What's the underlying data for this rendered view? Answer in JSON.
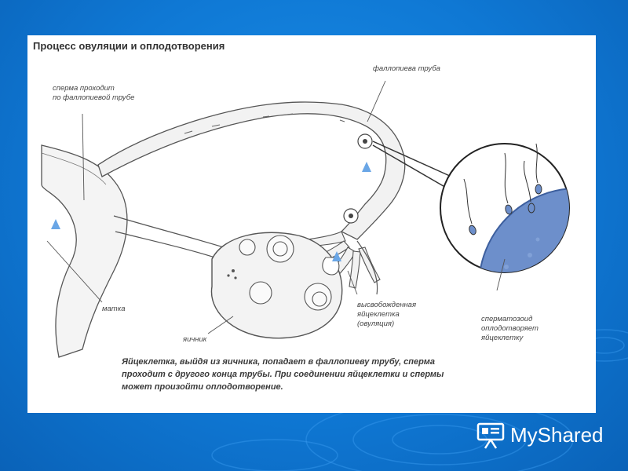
{
  "slide": {
    "title": "Процесс овуляции и оплодотворения",
    "labels": {
      "sperm_passes": [
        "сперма проходит",
        "по фаллопиевой трубе"
      ],
      "fallopian_tube": "фаллопиева труба",
      "uterus": "матка",
      "ovary": "яичник",
      "released_egg": [
        "высвобожденная",
        "яйцеклетка",
        "(овуляция)"
      ],
      "sperm_fertilizes": [
        "сперматозоид",
        "оплодотворяет",
        "яйцеклетку"
      ]
    },
    "caption": [
      "Яйцеклетка, выйдя из яичника, попадает в фаллопиеву трубу, сперма",
      "проходит с другого конца трубы. При соединении яйцеклетки и спермы",
      "может произойти оплодотворение."
    ]
  },
  "brand": {
    "name": "MyShared"
  },
  "colors": {
    "background": "#1380dc",
    "panel": "#ffffff",
    "egg_fill": "#5a86c8",
    "arrow": "#5a9be0"
  }
}
